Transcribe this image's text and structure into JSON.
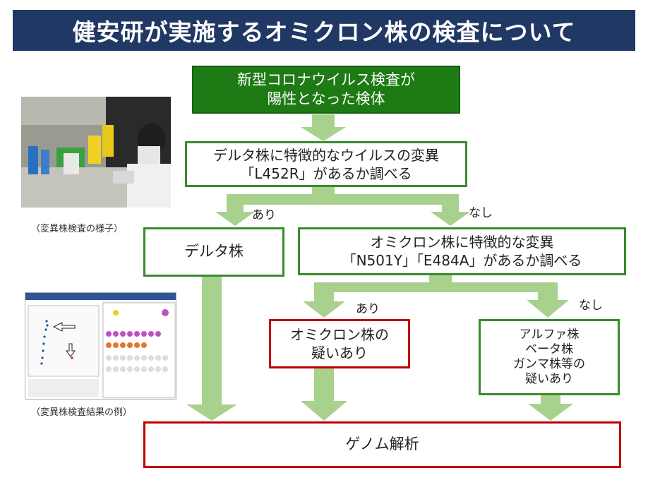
{
  "title": "健安研が実施するオミクロン株の検査について",
  "nodes": {
    "start": [
      "新型コロナウイルス検査が",
      "陽性となった検体"
    ],
    "l452r": [
      "デルタ株に特徴的なウイルスの変異",
      "「L452R」があるか調べる"
    ],
    "delta": [
      "デルタ株"
    ],
    "omicron_check": [
      "オミクロン株に特徴的な変異",
      "「N501Y」「E484A」があるか調べる"
    ],
    "omicron_suspect": [
      "オミクロン株の",
      "疑いあり"
    ],
    "others": [
      "アルファ株",
      "ベータ株",
      "ガンマ株等の",
      "疑いあり"
    ],
    "genome": [
      "ゲノム解析"
    ]
  },
  "edge_labels": {
    "yes1": "あり",
    "no1": "なし",
    "yes2": "あり",
    "no2": "なし"
  },
  "captions": {
    "photo": "（変異株検査の様子）",
    "result": "（変異株検査結果の例）"
  },
  "colors": {
    "banner": "#203864",
    "green_fill": "#1e7a14",
    "arrow": "#a9d18e",
    "green_border": "#3a8a2e",
    "red_border": "#c00000"
  }
}
